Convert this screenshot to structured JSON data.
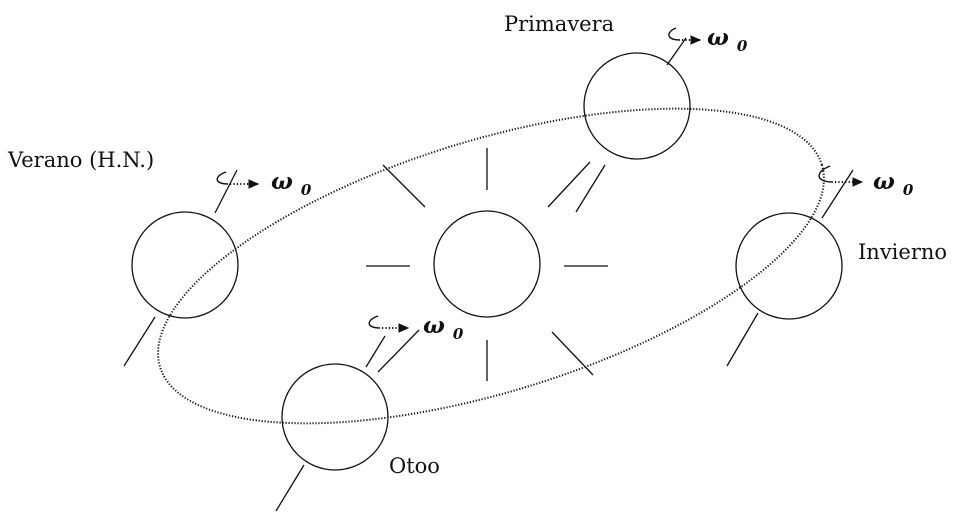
{
  "diagram": {
    "labels": {
      "spring": "Primavera",
      "summer": "Verano (H.N.)",
      "winter": "Invierno",
      "autumn": "Otoo"
    },
    "rotation_symbol": "ω",
    "rotation_subscript": "0"
  }
}
